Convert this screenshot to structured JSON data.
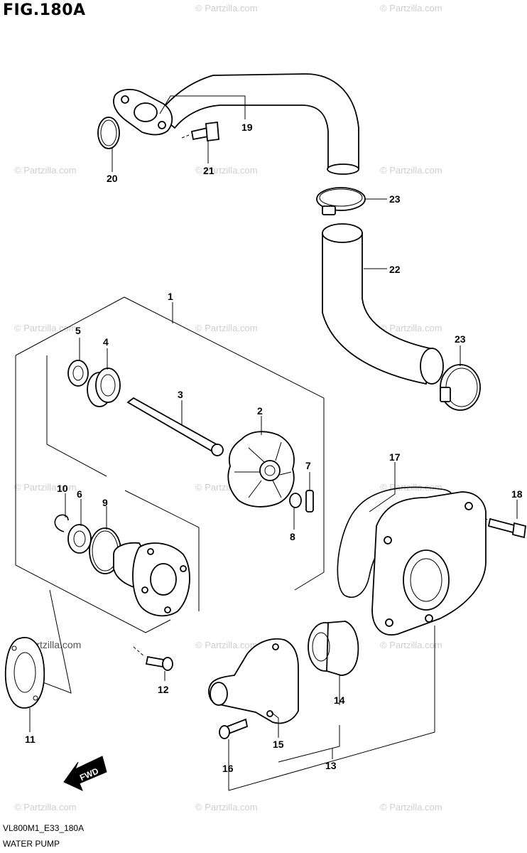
{
  "title": "FIG.180A",
  "footer": {
    "code": "VL800M1_E33_180A",
    "name": "WATER PUMP"
  },
  "watermark": "© Partzilla.com",
  "fwd_label": "FWD",
  "callouts": [
    "1",
    "2",
    "3",
    "4",
    "5",
    "6",
    "7",
    "8",
    "9",
    "10",
    "11",
    "12",
    "13",
    "14",
    "15",
    "16",
    "17",
    "18",
    "19",
    "20",
    "21",
    "22",
    "23",
    "23"
  ]
}
